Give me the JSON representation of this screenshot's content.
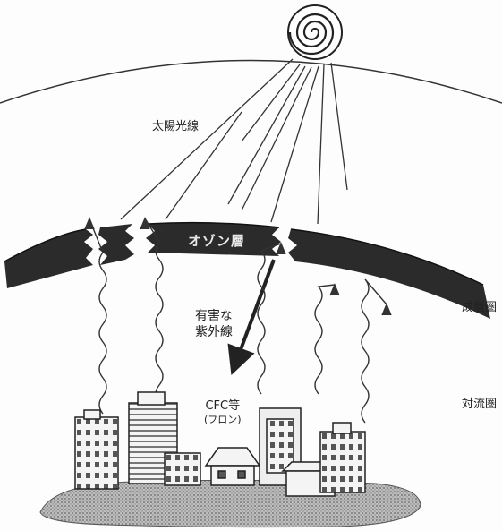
{
  "labels": {
    "sunlight": "太陽光線",
    "ozone_layer": "オゾン層",
    "harmful_uv_line1": "有害な",
    "harmful_uv_line2": "紫外線",
    "cfc_line1": "CFC等",
    "cfc_line2": "(フロン)",
    "stratosphere": "成層圏",
    "troposphere": "対流圏"
  },
  "colors": {
    "ozone_band": "#2b2b2b",
    "ground": "#9a9a9a",
    "line": "#333333"
  }
}
